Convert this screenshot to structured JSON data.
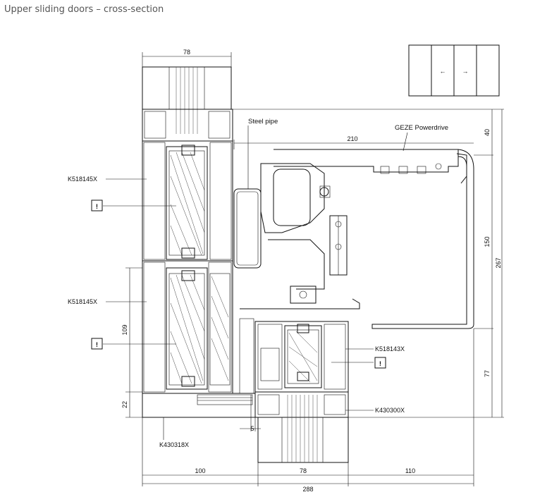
{
  "title": "Upper sliding doors – cross-section",
  "labels": {
    "steel_pipe": "Steel pipe",
    "geze": "GEZE Powerdrive",
    "k518145x_top": "K518145X",
    "k518145x_bottom": "K518145X",
    "k518143x": "K518143X",
    "k430300x": "K430300X",
    "k430318x": "K430318X"
  },
  "warning_symbol": "!",
  "dimensions": {
    "d78_top": "78",
    "d210": "210",
    "d40": "40",
    "d150": "150",
    "d267": "267",
    "d77": "77",
    "d109": "109",
    "d22": "22",
    "d5": "5",
    "d100": "100",
    "d78_bottom": "78",
    "d110": "110",
    "d288": "288"
  },
  "arrow_glyphs": {
    "left": "←",
    "right": "→"
  }
}
